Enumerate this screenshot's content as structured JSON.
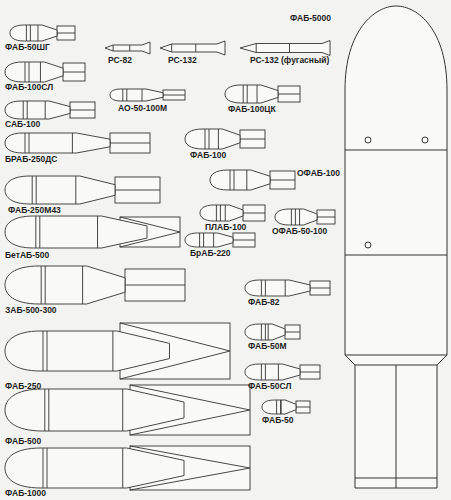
{
  "diagram": {
    "labels": [
      "ФАБ-5000",
      "ФАБ-50ШГ",
      "РС-82",
      "РС-132",
      "РС-132 (фугасный)",
      "ФАБ-100СЛ",
      "САБ-100",
      "АО-50-100М",
      "ФАБ-100ЦК",
      "БРАБ-250ДС",
      "ФАБ-100",
      "ОФАБ-100",
      "ФАБ-250М43",
      "БетАБ-500",
      "ПЛАБ-100",
      "ОФАБ-50-100",
      "БрАБ-220",
      "ЗАБ-500-300",
      "ФАБ-82",
      "ФАБ-250",
      "ФАБ-50М",
      "ФАБ-50СЛ",
      "ФАБ-500",
      "ФАБ-50",
      "ФАБ-1000"
    ]
  }
}
